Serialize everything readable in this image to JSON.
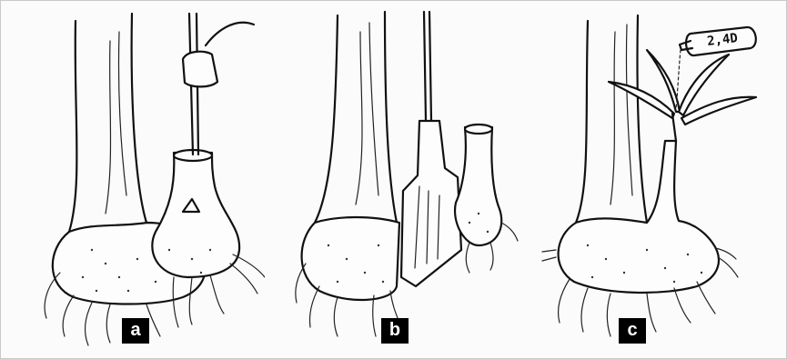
{
  "panels": [
    {
      "label": "a"
    },
    {
      "label": "b"
    },
    {
      "label": "c"
    }
  ],
  "bottle_text": "2,4D"
}
